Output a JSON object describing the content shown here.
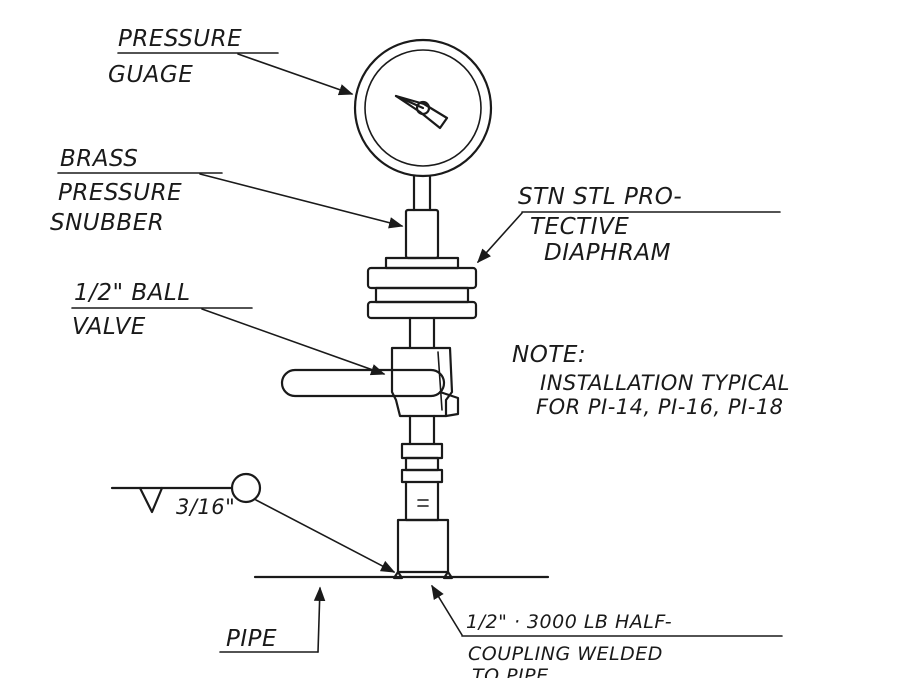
{
  "labels": {
    "gauge_line1": "PRESSURE",
    "gauge_line2": "GUAGE",
    "snubber_line1": "BRASS",
    "snubber_line2": "PRESSURE",
    "snubber_line3": "SNUBBER",
    "diaphragm_line1": "STN STL PRO-",
    "diaphragm_line2": "TECTIVE",
    "diaphragm_line3": "DIAPHRAM",
    "valve_line1": "1/2\" BALL",
    "valve_line2": "VALVE",
    "note_title": "NOTE:",
    "note_line1": "INSTALLATION TYPICAL",
    "note_line2": "FOR PI-14, PI-16, PI-18",
    "weld_size": "3/16\"",
    "pipe": "PIPE",
    "coupling_line1": "1/2\" · 3000 LB HALF-",
    "coupling_line2": "COUPLING WELDED",
    "coupling_line3": "TO PIPE"
  },
  "colors": {
    "ink": "#1a1a1a",
    "paper": "#ffffff"
  }
}
